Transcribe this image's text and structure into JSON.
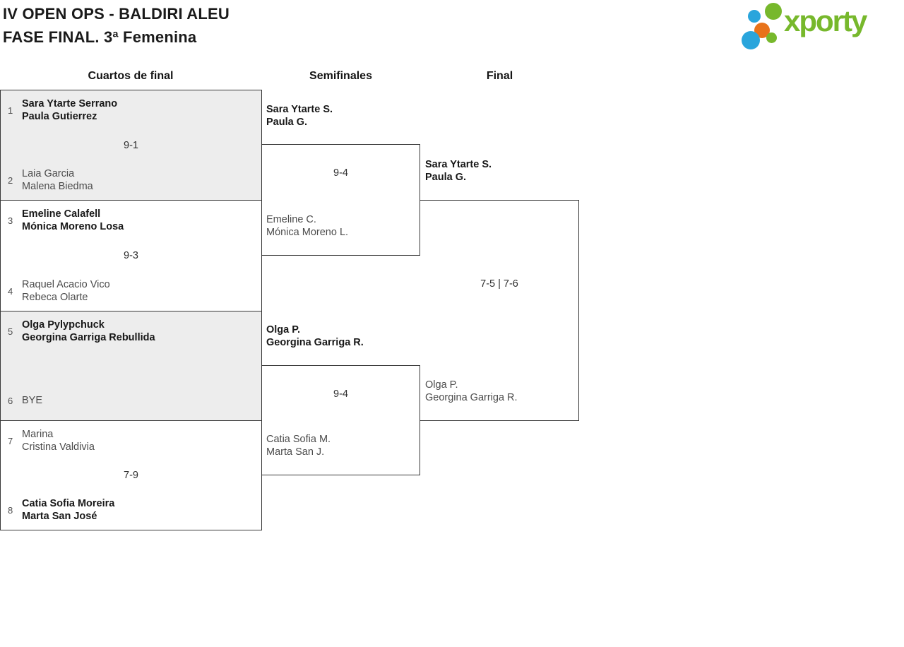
{
  "header": {
    "title_line1": "IV OPEN OPS - BALDIRI ALEU",
    "title_line2": "FASE FINAL. 3ª Femenina"
  },
  "logo": {
    "text": "xporty",
    "green": "#77b82c",
    "blue": "#29a5dc",
    "orange": "#e8731a"
  },
  "bracket": {
    "columns": [
      "Cuartos de final",
      "Semifinales",
      "Final"
    ],
    "quarterfinals": [
      {
        "top_seed": "1",
        "top_lines": [
          "Sara Ytarte Serrano",
          "Paula Gutierrez"
        ],
        "top_bold": true,
        "score": "9-1",
        "bottom_seed": "2",
        "bottom_lines": [
          "Laia Garcia",
          "Malena Biedma"
        ],
        "bottom_bold": false
      },
      {
        "top_seed": "3",
        "top_lines": [
          "Emeline Calafell",
          "Mónica Moreno Losa"
        ],
        "top_bold": true,
        "score": "9-3",
        "bottom_seed": "4",
        "bottom_lines": [
          "Raquel Acacio Vico",
          "Rebeca Olarte"
        ],
        "bottom_bold": false
      },
      {
        "top_seed": "5",
        "top_lines": [
          "Olga Pylypchuck",
          "Georgina Garriga Rebullida"
        ],
        "top_bold": true,
        "score": "",
        "bottom_seed": "6",
        "bottom_lines": [
          "BYE",
          ""
        ],
        "bottom_bold": false
      },
      {
        "top_seed": "7",
        "top_lines": [
          "Marina",
          "Cristina Valdivia"
        ],
        "top_bold": false,
        "score": "7-9",
        "bottom_seed": "8",
        "bottom_lines": [
          "Catia Sofia Moreira",
          "Marta San José"
        ],
        "bottom_bold": true
      }
    ],
    "semifinals": [
      {
        "top_lines": [
          "Sara Ytarte S.",
          "Paula G."
        ],
        "top_bold": true,
        "score": "9-4",
        "bottom_lines": [
          "Emeline C.",
          "Mónica Moreno L."
        ],
        "bottom_bold": false
      },
      {
        "top_lines": [
          "Olga P.",
          "Georgina Garriga R."
        ],
        "top_bold": true,
        "score": "9-4",
        "bottom_lines": [
          "Catia Sofia M.",
          "Marta San J."
        ],
        "bottom_bold": false
      }
    ],
    "final": {
      "top_lines": [
        "Sara Ytarte S.",
        "Paula G."
      ],
      "top_bold": true,
      "score": "7-5 | 7-6",
      "bottom_lines": [
        "Olga P.",
        "Georgina Garriga R."
      ],
      "bottom_bold": false
    }
  }
}
